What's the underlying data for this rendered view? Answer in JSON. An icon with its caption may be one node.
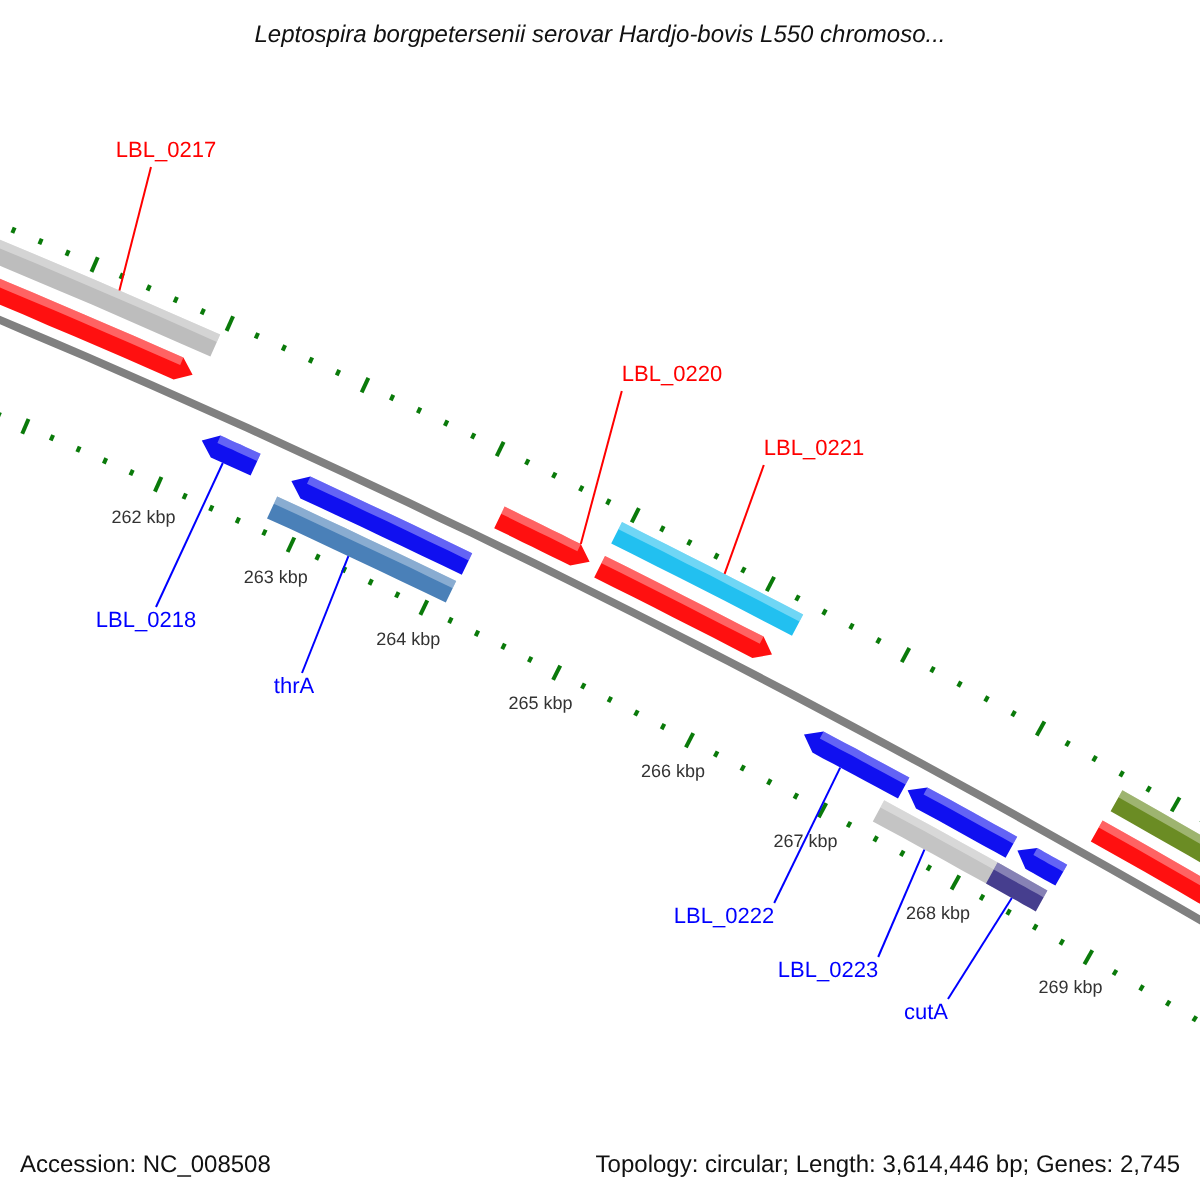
{
  "diagram": {
    "title": "Leptospira borgpetersenii serovar Hardjo-bovis L550 chromoso...",
    "nodes": [
      {
        "text": [
          "LBL_0217"
        ]
      },
      {
        "text": [
          "LBL_0220"
        ]
      },
      {
        "text": [
          "LBL_0221"
        ]
      },
      {
        "text": [
          "LBL_0218"
        ]
      },
      {
        "text": [
          "thrA"
        ]
      },
      {
        "text": [
          "LBL_0222"
        ]
      },
      {
        "text": [
          "LBL_0223"
        ]
      },
      {
        "text": [
          "cutA"
        ]
      },
      {
        "text": [],
        "shape": "bar"
      },
      {
        "text": [],
        "shape": "bar"
      },
      {
        "text": [],
        "shape": "bar"
      },
      {
        "text": [],
        "shape": "bar"
      },
      {
        "text": [],
        "shape": "bar"
      },
      {
        "text": [],
        "shape": "bar"
      },
      {
        "text": [],
        "shape": "bar"
      },
      {
        "text": [],
        "shape": "bar"
      }
    ],
    "edges": [
      {
        "from": 0,
        "to": 8,
        "arrow": "none",
        "color": "#ff0000"
      },
      {
        "from": 1,
        "to": 9,
        "arrow": "none",
        "color": "#ff0000"
      },
      {
        "from": 2,
        "to": 10,
        "arrow": "none",
        "color": "#ff0000"
      },
      {
        "from": 3,
        "to": 11,
        "arrow": "none"
      },
      {
        "from": 4,
        "to": 12,
        "arrow": "none"
      },
      {
        "from": 5,
        "to": 13,
        "arrow": "none"
      },
      {
        "from": 6,
        "to": 14,
        "arrow": "none"
      },
      {
        "from": 7,
        "to": 15,
        "arrow": "none"
      }
    ],
    "labels": [
      "262 kbp",
      "263 kbp",
      "264 kbp",
      "265 kbp",
      "266 kbp",
      "267 kbp",
      "268 kbp",
      "269 kbp",
      "Accession: NC_008508",
      "Topology: circular; Length: 3,614,446 bp; Genes: 2,745"
    ]
  }
}
